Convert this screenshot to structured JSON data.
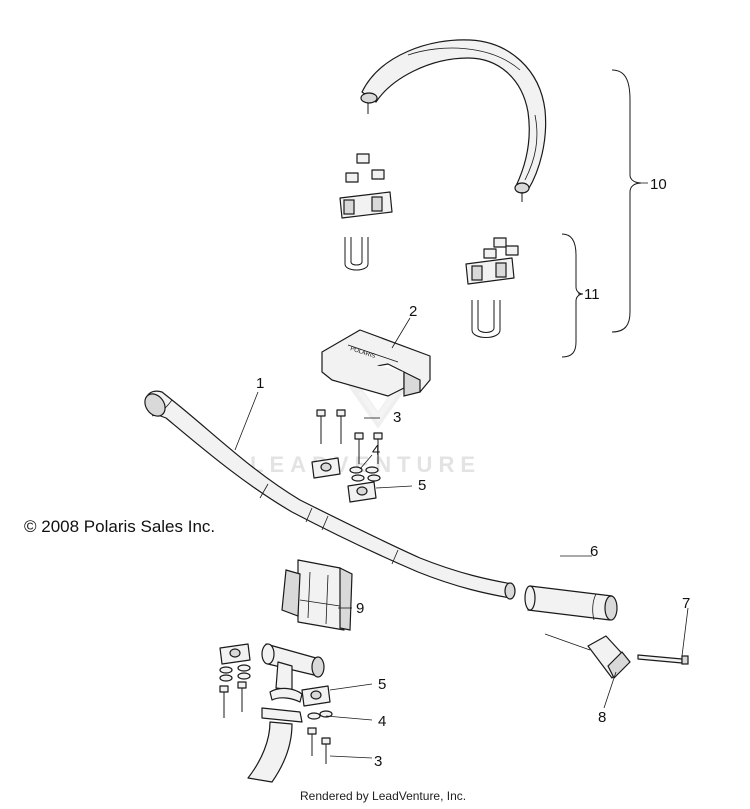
{
  "watermark": "LEADVENTURE",
  "copyright": "© 2008 Polaris Sales Inc.",
  "footer": "Rendered by LeadVenture, Inc.",
  "callouts": [
    "1",
    "2",
    "3",
    "4",
    "5",
    "6",
    "7",
    "8",
    "9",
    "10",
    "11",
    "5",
    "4",
    "3"
  ],
  "brand_pad_text": "POLARIS"
}
